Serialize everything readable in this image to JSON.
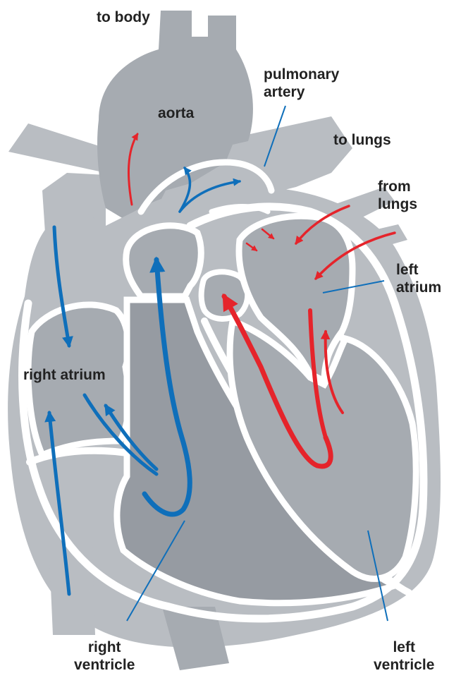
{
  "labels": {
    "to_body": "to body",
    "aorta": "aorta",
    "pulmonary_artery": [
      "pulmonary",
      "artery"
    ],
    "to_lungs": "to lungs",
    "from_lungs": [
      "from",
      "lungs"
    ],
    "left_atrium": [
      "left",
      "atrium"
    ],
    "right_atrium": "right atrium",
    "right_ventricle": [
      "right",
      "ventricle"
    ],
    "left_ventricle": [
      "left",
      "ventricle"
    ]
  },
  "colors": {
    "tissue_light": "#b9bdc2",
    "tissue_mid": "#a6abb1",
    "tissue_dark": "#969ba2",
    "wall": "#ffffff",
    "oxygen_poor_blood": "#0f6fba",
    "oxygen_rich_blood": "#e5242b",
    "leader_line": "#0f6fba",
    "text": "#222222"
  }
}
